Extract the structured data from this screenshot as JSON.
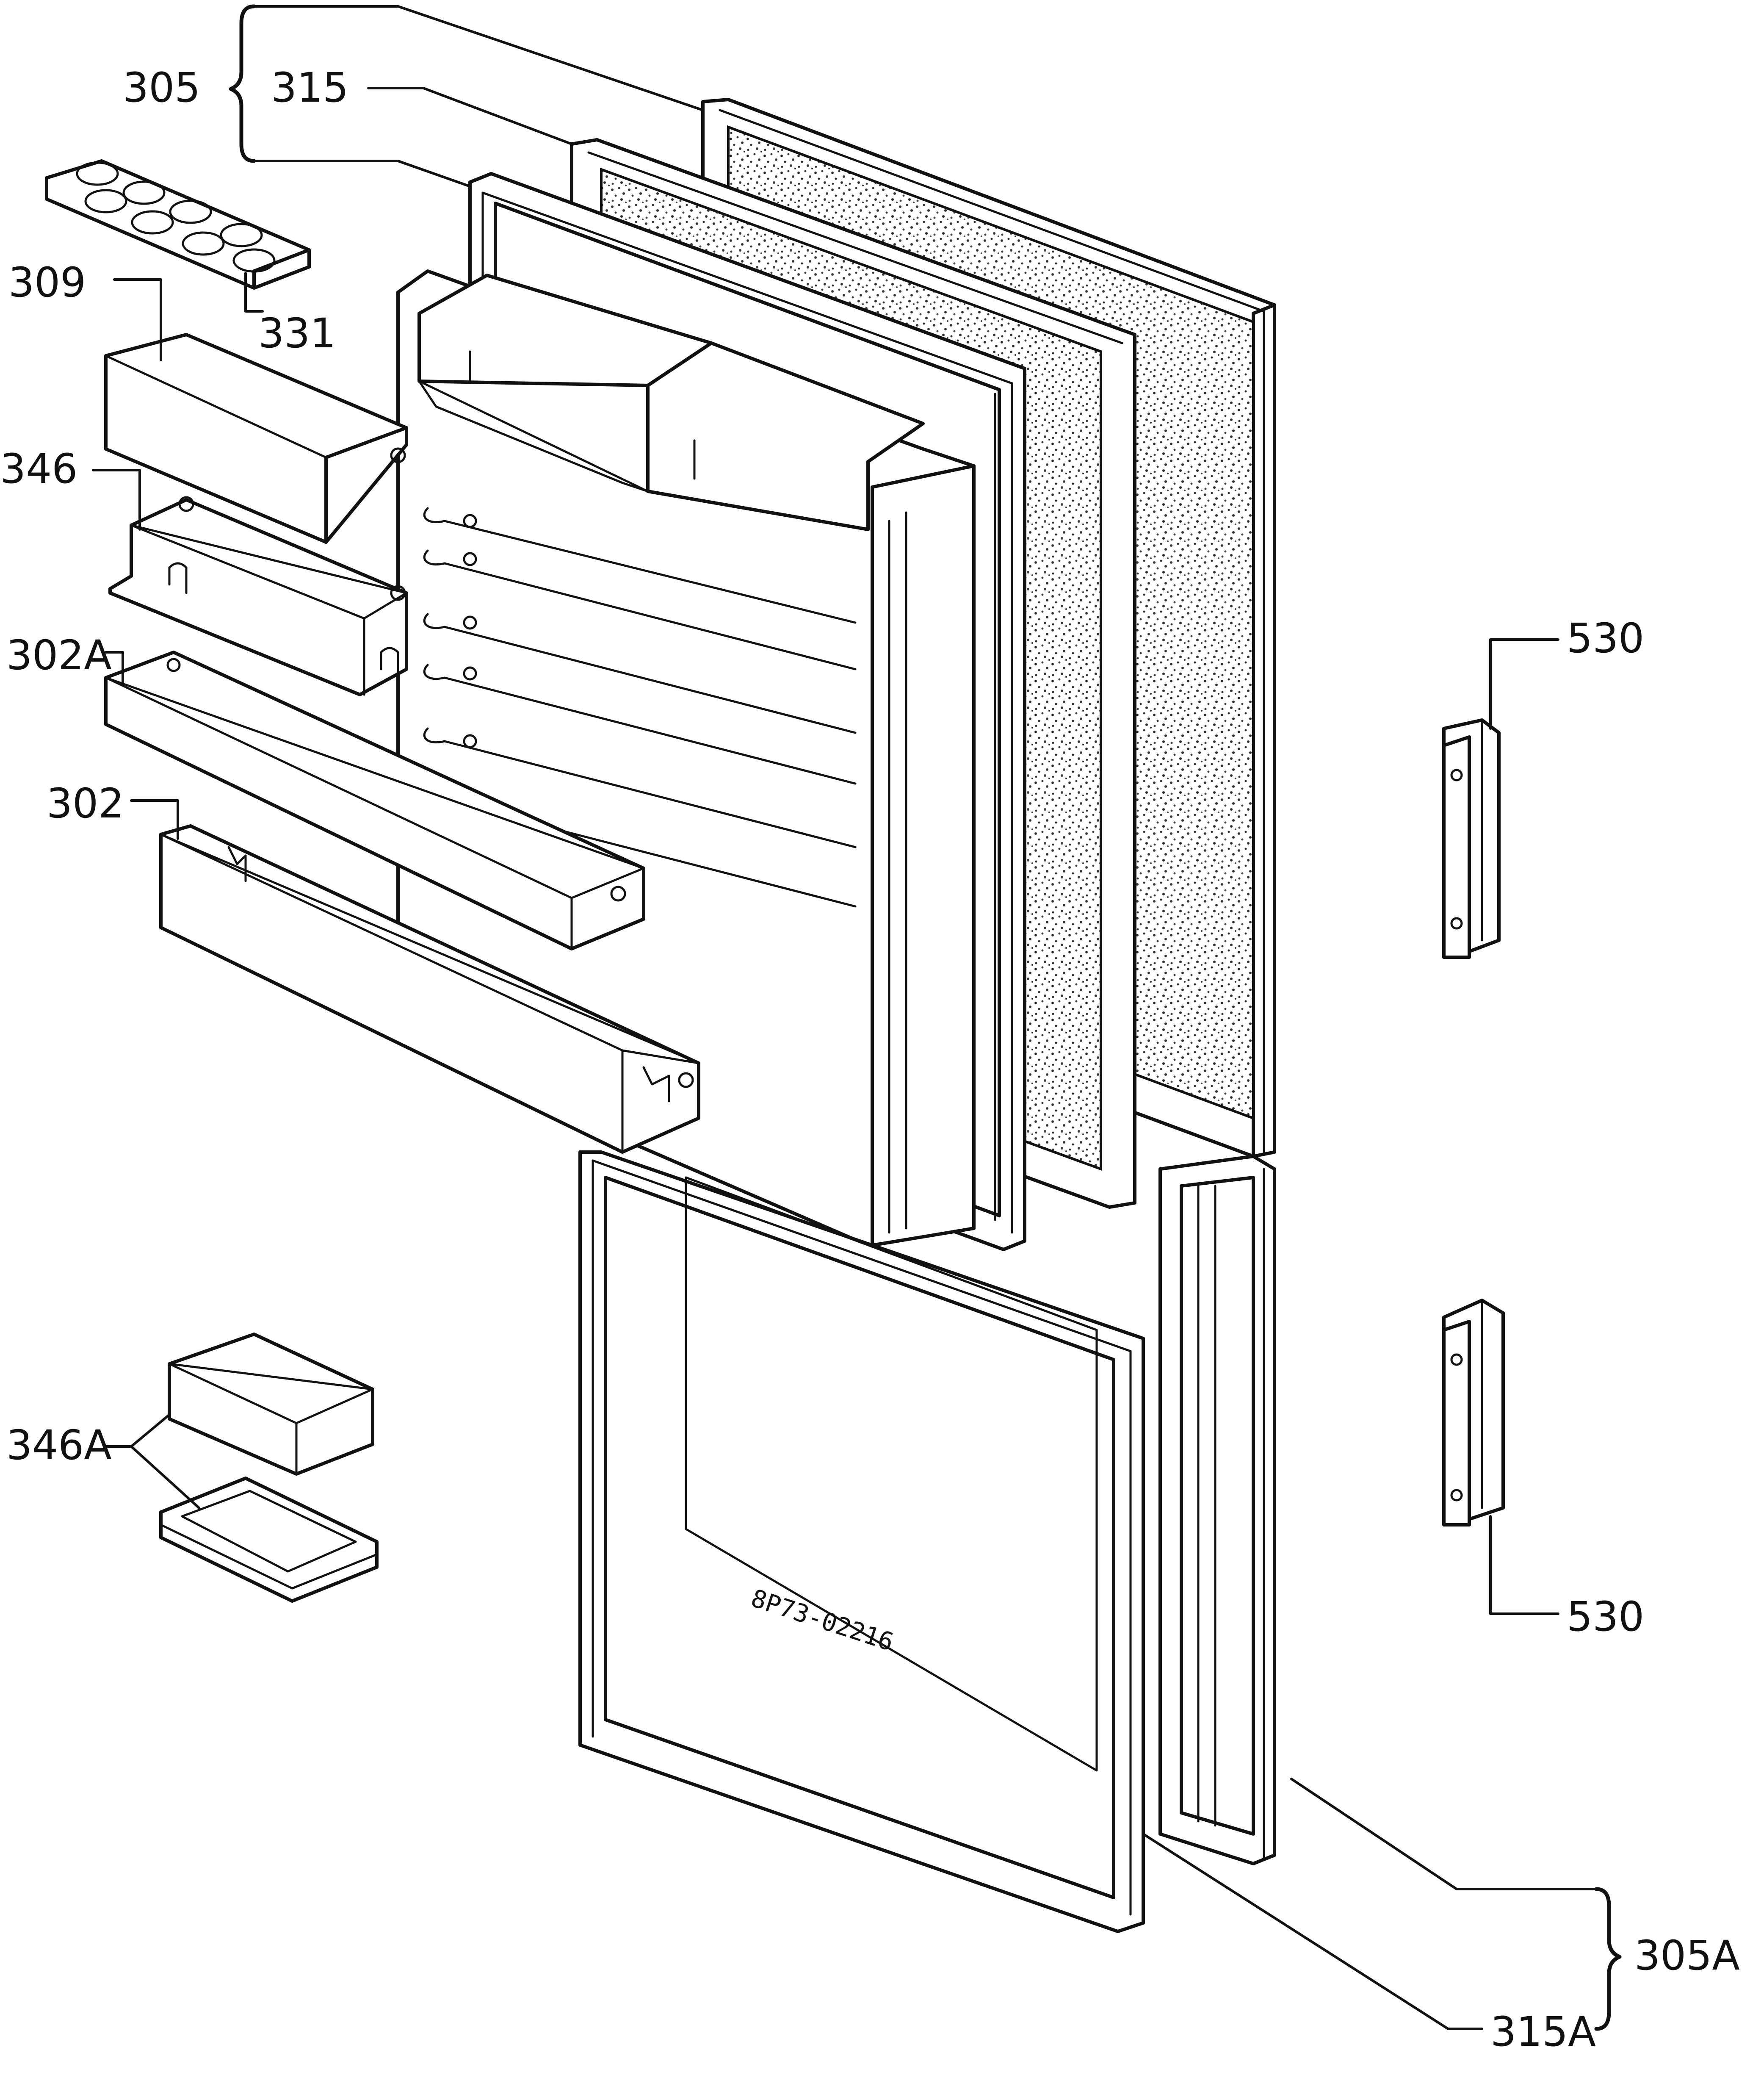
{
  "diagram": {
    "drawing_code": "8P73-02216",
    "labels": {
      "l305": "305",
      "l315": "315",
      "l309": "309",
      "l331": "331",
      "l346": "346",
      "l302a": "302A",
      "l302": "302",
      "l346a": "346A",
      "l530a": "530",
      "l530b": "530",
      "l305a": "305A",
      "l315a": "315A"
    }
  }
}
